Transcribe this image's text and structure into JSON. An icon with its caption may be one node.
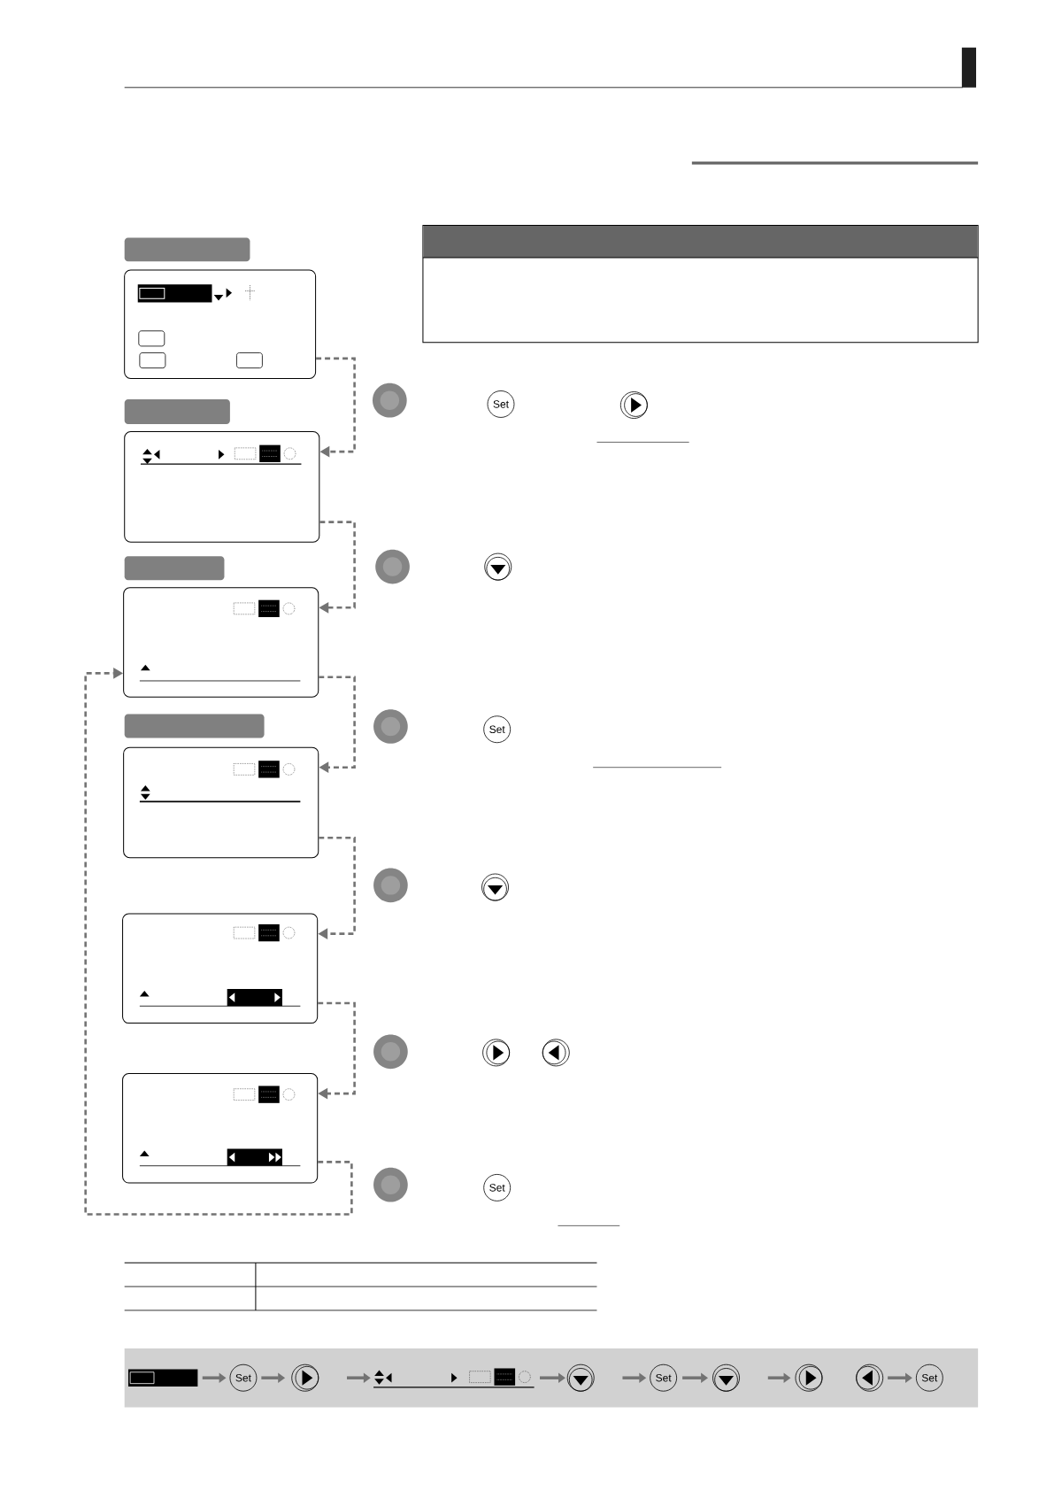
{
  "diagram": {
    "nodes": [
      {
        "text": [],
        "shape": "box"
      },
      {
        "text": [],
        "shape": "box"
      },
      {
        "text": [],
        "shape": "box"
      },
      {
        "text": [],
        "shape": "box"
      },
      {
        "text": [],
        "shape": "box"
      },
      {
        "text": [],
        "shape": "box"
      }
    ],
    "edges": [
      {
        "from": 0,
        "to": 1,
        "arrow": "to",
        "style": "dashed"
      },
      {
        "from": 1,
        "to": 2,
        "arrow": "to",
        "style": "dashed"
      },
      {
        "from": 2,
        "to": 3,
        "arrow": "to",
        "style": "dashed"
      },
      {
        "from": 3,
        "to": 4,
        "arrow": "to",
        "style": "dashed"
      },
      {
        "from": 4,
        "to": 5,
        "arrow": "to",
        "style": "dashed"
      },
      {
        "from": 5,
        "to": 2,
        "arrow": "to",
        "style": "dashed"
      }
    ],
    "labels": [
      "Set",
      "Set",
      "Set",
      "Set",
      "Set",
      "Set"
    ]
  }
}
